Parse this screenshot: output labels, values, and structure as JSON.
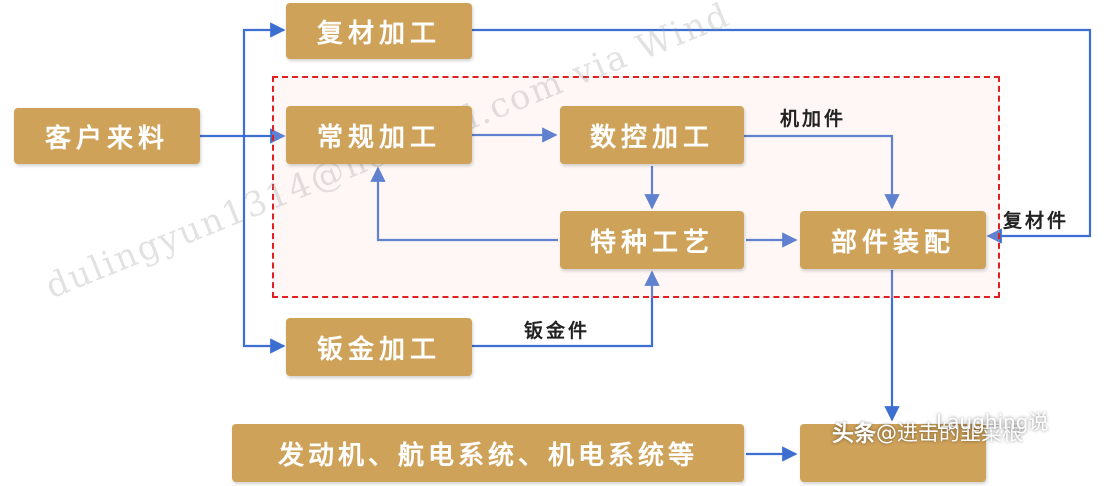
{
  "nodes": {
    "composite_machining": "复材加工",
    "customer_material": "客户来料",
    "conventional_machining": "常规加工",
    "cnc_machining": "数控加工",
    "special_process": "特种工艺",
    "component_assembly": "部件装配",
    "sheet_metal_machining": "钣金加工",
    "systems": "发动机、航电系统、机电系统等"
  },
  "edge_labels": {
    "machined_parts": "机加件",
    "composite_parts": "复材件",
    "sheet_metal_parts": "钣金件"
  },
  "watermark": "dulingyun1314@hotmail.com via Wind",
  "branding": {
    "source": "头条",
    "account": "@进击的韭菜根",
    "handle": "Laughing说"
  },
  "colors": {
    "box_fill": "#cfa25a",
    "box_text": "#ffffff",
    "arrow": "#3d6fd1",
    "region_border": "#e02020"
  }
}
